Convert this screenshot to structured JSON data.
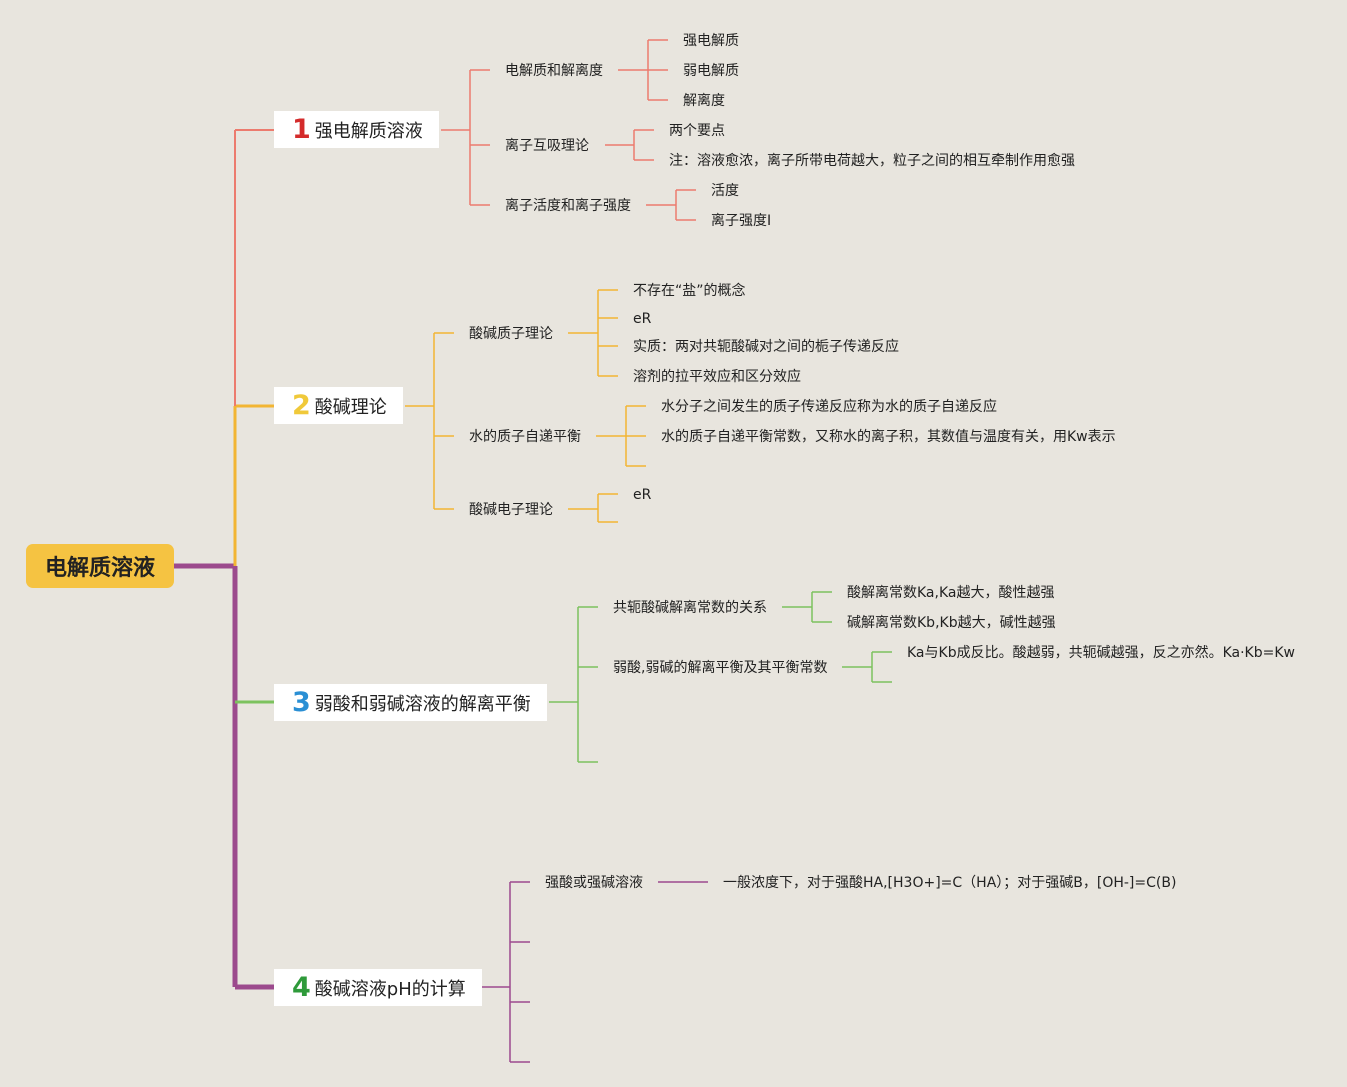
{
  "root": {
    "label": "电解质溶液"
  },
  "colors": {
    "branch1": "#ec7b6e",
    "branch2": "#f2b533",
    "branch3": "#7cc25e",
    "branch4": "#9c4a8d",
    "num1": "#d42b2b",
    "num2": "#f0c93a",
    "num3": "#2a8fd4",
    "num4": "#2e9a3a"
  },
  "branches": [
    {
      "num": "1",
      "label": "强电解质溶液",
      "subs": [
        {
          "label": "电解质和解离度",
          "leaves": [
            "强电解质",
            "弱电解质",
            "解离度"
          ]
        },
        {
          "label": "离子互吸理论",
          "leaves": [
            "两个要点",
            "注：溶液愈浓，离子所带电荷越大，粒子之间的相互牵制作用愈强"
          ]
        },
        {
          "label": "离子活度和离子强度",
          "leaves": [
            "活度",
            "离子强度I"
          ]
        }
      ]
    },
    {
      "num": "2",
      "label": "酸碱理论",
      "subs": [
        {
          "label": "酸碱质子理论",
          "leaves": [
            "不存在“盐”的概念",
            "eR",
            "实质：两对共轭酸碱对之间的栀子传递反应",
            "溶剂的拉平效应和区分效应"
          ]
        },
        {
          "label": "水的质子自递平衡",
          "leaves": [
            "水分子之间发生的质子传递反应称为水的质子自递反应",
            "水的质子自递平衡常数，又称水的离子积，其数值与温度有关，用Kw表示"
          ]
        },
        {
          "label": "酸碱电子理论",
          "leaves": [
            "eR"
          ]
        }
      ]
    },
    {
      "num": "3",
      "label": "弱酸和弱碱溶液的解离平衡",
      "subs": [
        {
          "label": "共轭酸碱解离常数的关系",
          "leaves": [
            "酸解离常数Ka,Ka越大，酸性越强",
            "碱解离常数Kb,Kb越大，碱性越强"
          ]
        },
        {
          "label": "弱酸,弱碱的解离平衡及其平衡常数",
          "leaves": [
            "Ka与Kb成反比。酸越弱，共轭碱越强，反之亦然。Ka·Kb=Kw"
          ]
        }
      ]
    },
    {
      "num": "4",
      "label": "酸碱溶液pH的计算",
      "subs": [
        {
          "label": "强酸或强碱溶液",
          "leaves": [
            "一般浓度下，对于强酸HA,[H3O+]=C（HA）；对于强碱B，[OH-]=C(B)"
          ]
        }
      ]
    }
  ]
}
